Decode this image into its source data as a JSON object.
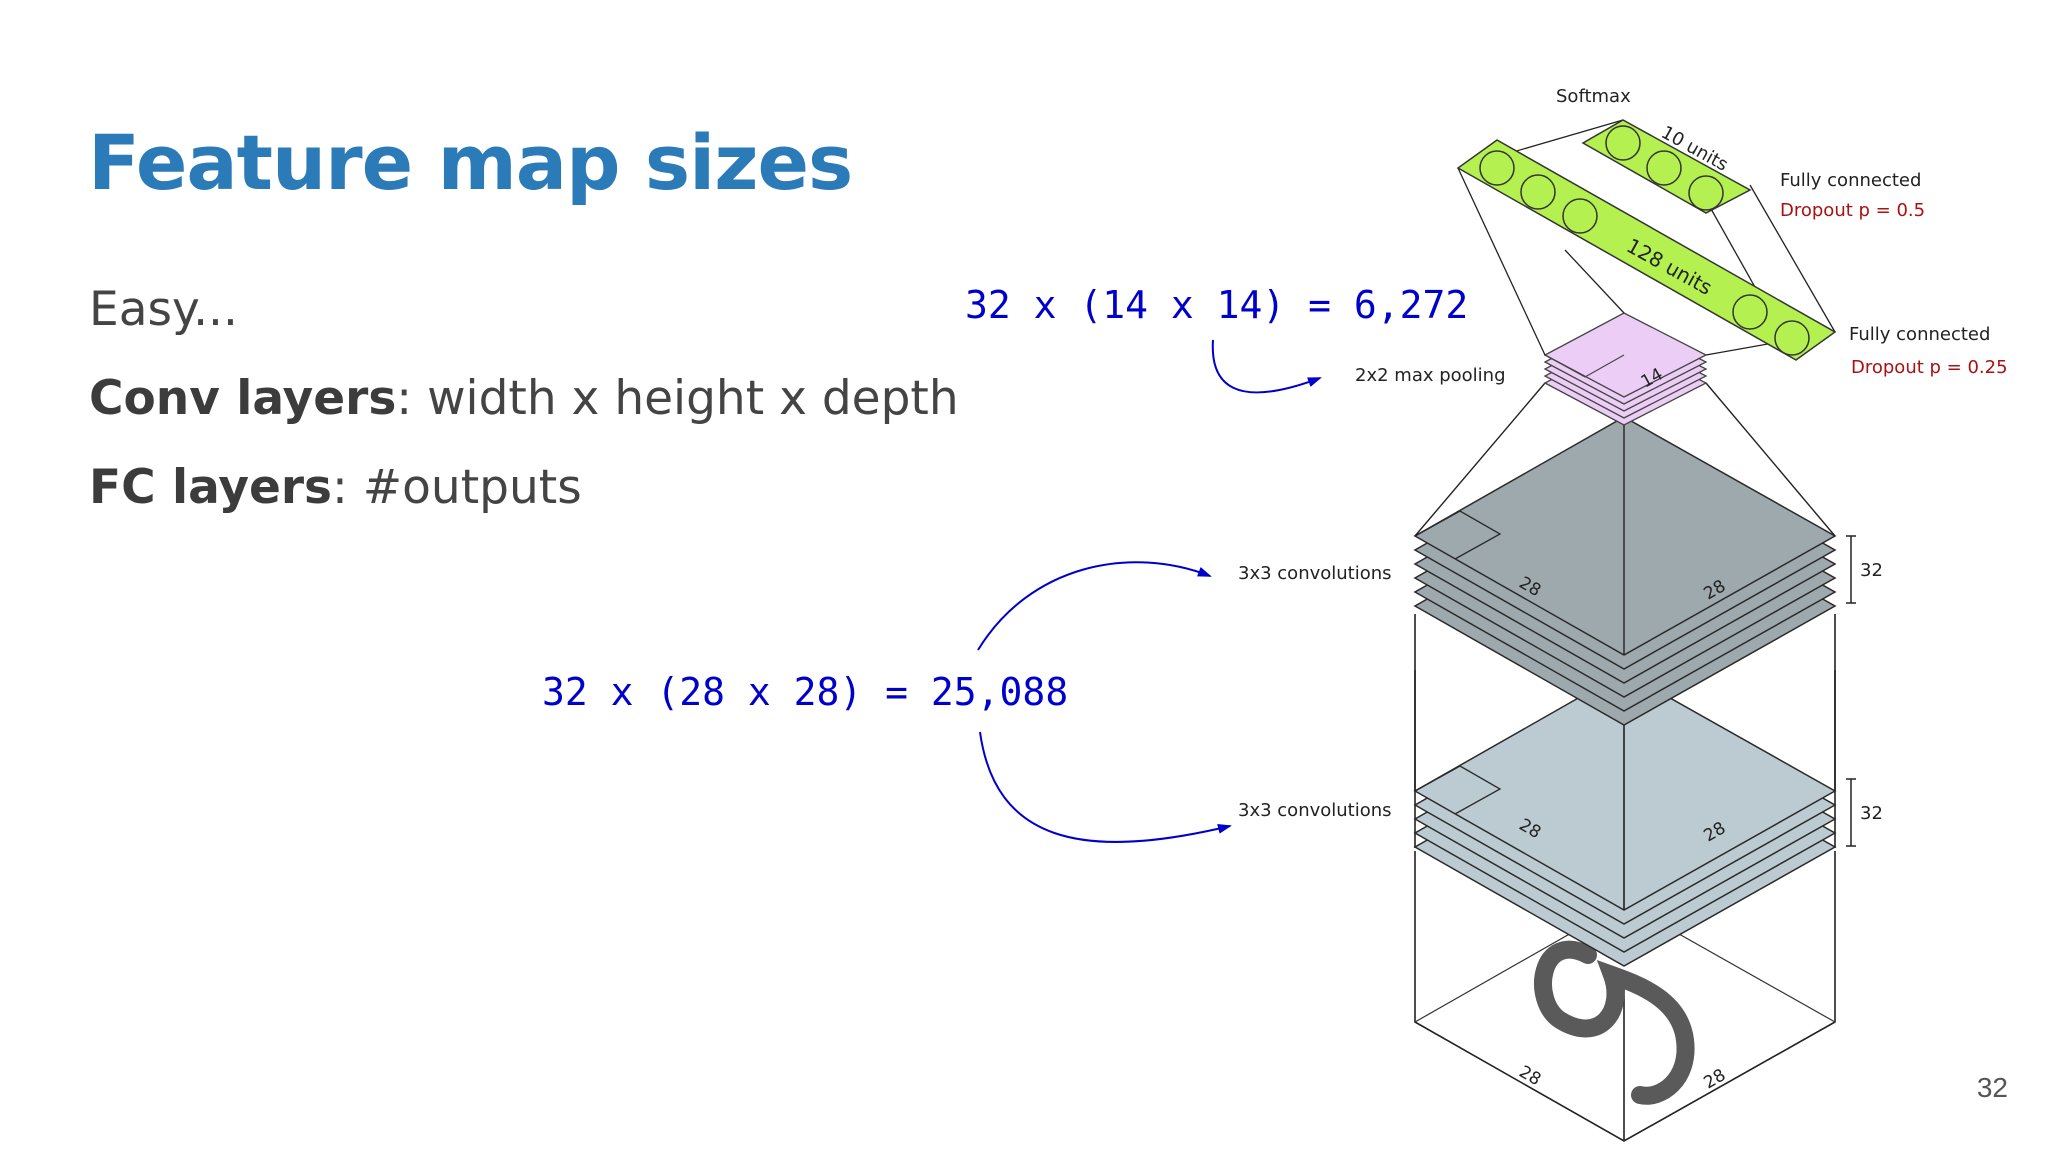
{
  "slide": {
    "title": "Feature map sizes",
    "bullets": [
      {
        "text": "Easy..."
      },
      {
        "bold": "Conv layers",
        "rest": ": width x height x depth"
      },
      {
        "bold": "FC layers",
        "rest": ": #outputs"
      }
    ],
    "page_number": "32"
  },
  "diagram": {
    "labels": {
      "softmax": "Softmax",
      "ten_units": "10 units",
      "fc1": "Fully connected",
      "dropout1": "Dropout p = 0.5",
      "units128": "128 units",
      "fc2": "Fully connected",
      "dropout2": "Dropout p = 0.25",
      "pool": "2x2 max pooling",
      "pool_size": "14",
      "conv2": "3x3 convolutions",
      "conv1": "3x3 convolutions",
      "depth2": "32",
      "depth1": "32",
      "conv2_w": "28",
      "conv2_h": "28",
      "conv1_w": "28",
      "conv1_h": "28",
      "input_w": "28",
      "input_h": "28"
    },
    "annotations": {
      "pool_calc": "32 x (14 x 14) = 6,272",
      "conv_calc": "32 x (28 x 28) = 25,088"
    },
    "colors": {
      "title": "#2b7bb9",
      "annotation": "#0000cc",
      "dropout": "#aa1111",
      "fc_layer": "#b4f050",
      "pool_layer": "#eccdf5",
      "conv2_layer": "#9ea9ae",
      "conv1_layer": "#bccbd2"
    }
  }
}
